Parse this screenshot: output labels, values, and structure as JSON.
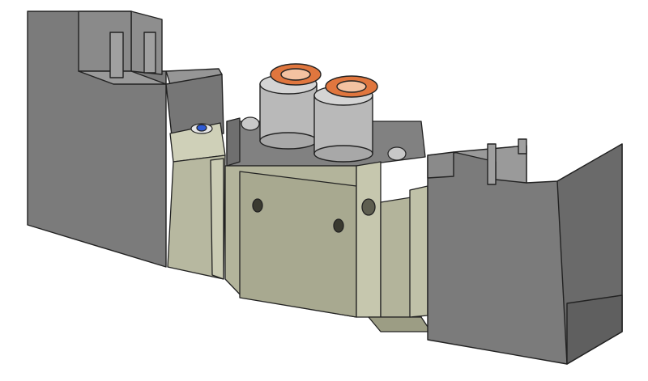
{
  "colors": {
    "background": "#ffffff",
    "coil_front": "#7b7b7b",
    "coil_top": "#9a9a9a",
    "coil_side": "#6a6a6a",
    "body_front": "#b4b59c",
    "body_light": "#cdcdb6",
    "body_dark": "#9c9d84",
    "manifold_gray": "#808080",
    "fitting_gray": "#b9b9b9",
    "ring_orange": "#e0763e",
    "indicator_blue": "#2f5bd6",
    "outline": "#222222"
  },
  "icons": [
    "solenoid-coil-left",
    "solenoid-coil-right",
    "valve-body",
    "push-in-fitting-1",
    "push-in-fitting-2",
    "manual-override-button"
  ]
}
